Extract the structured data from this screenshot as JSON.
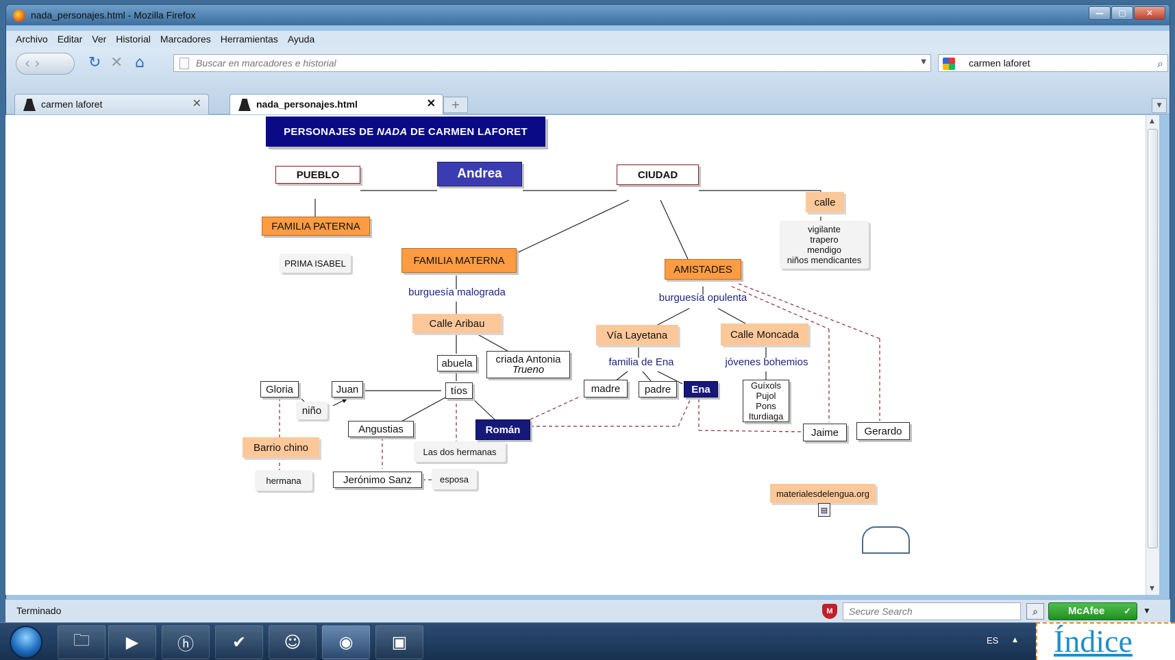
{
  "window": {
    "title": "nada_personajes.html - Mozilla Firefox"
  },
  "menu": [
    "Archivo",
    "Editar",
    "Ver",
    "Historial",
    "Marcadores",
    "Herramientas",
    "Ayuda"
  ],
  "urlbar": {
    "placeholder": "Buscar en marcadores e historial"
  },
  "searchbar": {
    "value": "carmen laforet"
  },
  "tabs": [
    {
      "label": "carmen laforet",
      "active": false
    },
    {
      "label": "nada_personajes.html",
      "active": true
    }
  ],
  "status": {
    "text": "Terminado",
    "secure_search_placeholder": "Secure Search",
    "mcafee_label": "McAfee"
  },
  "taskbar": {
    "lang": "ES"
  },
  "overlay": {
    "indice": "Índice"
  },
  "map": {
    "title": [
      "PERSONAJES DE",
      "NADA",
      "DE CARMEN LAFORET"
    ],
    "andrea": "Andrea",
    "pueblo": "PUEBLO",
    "ciudad": "CIUDAD",
    "familia_paterna": "FAMILIA PATERNA",
    "prima_isabel": "PRIMA ISABEL",
    "familia_materna": "FAMILIA MATERNA",
    "burguesia_malograda": "burguesía malograda",
    "calle_aribau": "Calle Aribau",
    "abuela": "abuela",
    "criada": [
      "criada Antonia",
      "Trueno"
    ],
    "tios": "tíos",
    "gloria": "Gloria",
    "juan": "Juan",
    "nino": "niño",
    "barrio_chino": "Barrio chino",
    "hermana": "hermana",
    "angustias": "Angustias",
    "jeronimo": "Jerónimo Sanz",
    "esposa": "esposa",
    "las_dos_hermanas": "Las dos hermanas",
    "roman": "Román",
    "amistades": "AMISTADES",
    "burguesia_opulenta": "burguesía opulenta",
    "via_layetana": "Vía Layetana",
    "calle_moncada": "Calle Moncada",
    "familia_de_ena": "familia de Ena",
    "jovenes_bohemios": "jóvenes bohemios",
    "madre": "madre",
    "padre": "padre",
    "ena": "Ena",
    "bohemios_list": [
      "Guíxols",
      "Pujol",
      "Pons",
      "Iturdiaga"
    ],
    "jaime": "Jaime",
    "gerardo": "Gerardo",
    "calle": "calle",
    "calle_list": [
      "vigilante",
      "trapero",
      "mendigo",
      "niños mendicantes"
    ],
    "materiales": "materialesdelengua.org"
  },
  "colors": {
    "title_bg": "#0a0a86",
    "orange": "#fd9c42",
    "peach": "#fcc89a",
    "navy": "#16187a",
    "indigo": "#3b3bb2",
    "dashed_red": "#8a2a2a"
  }
}
